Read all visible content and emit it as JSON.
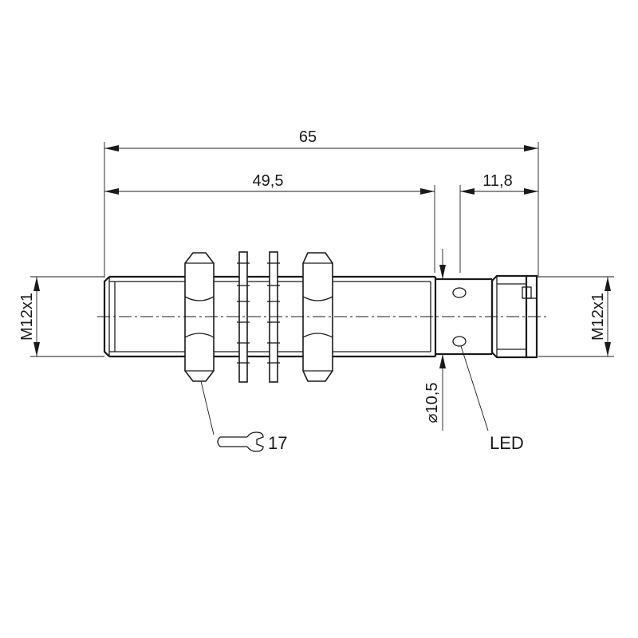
{
  "dimensions": {
    "overall_length": "65",
    "body_length": "49,5",
    "connector_length": "11,8",
    "thread_left": "M12x1",
    "thread_right": "M12x1",
    "diameter_symbol": "⌀",
    "diameter_value": "10,5"
  },
  "callouts": {
    "wrench_size": "17",
    "led": "LED"
  },
  "icons": {
    "wrench": "wrench-icon"
  }
}
